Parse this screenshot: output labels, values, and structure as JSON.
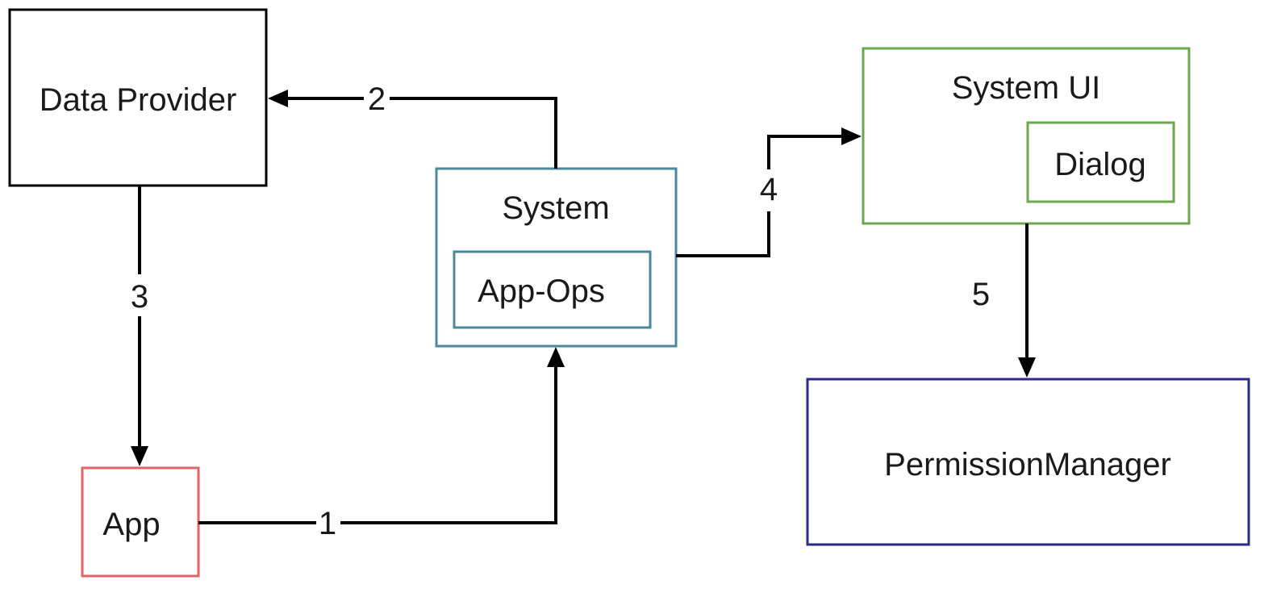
{
  "colors": {
    "data_provider": "#000000",
    "app": "#e06666",
    "system": "#4a8a9a",
    "system_ui": "#6aa84f",
    "permission_manager": "#2e2a8a",
    "edges": "#000000"
  },
  "nodes": {
    "data_provider": "Data Provider",
    "app": "App",
    "system": "System",
    "app_ops": "App-Ops",
    "system_ui": "System UI",
    "dialog": "Dialog",
    "permission_manager": "PermissionManager"
  },
  "edges": {
    "e1": {
      "label": "1",
      "from": "App",
      "to": "System"
    },
    "e2": {
      "label": "2",
      "from": "System",
      "to": "Data Provider"
    },
    "e3": {
      "label": "3",
      "from": "Data Provider",
      "to": "App"
    },
    "e4": {
      "label": "4",
      "from": "System",
      "to": "System UI"
    },
    "e5": {
      "label": "5",
      "from": "System UI",
      "to": "PermissionManager"
    }
  }
}
